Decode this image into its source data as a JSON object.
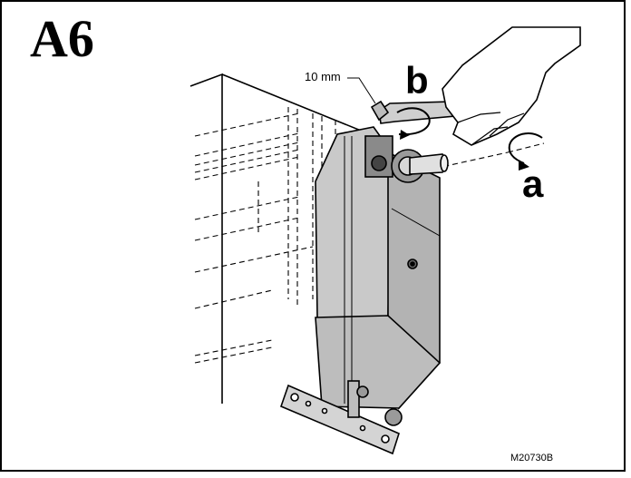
{
  "figure": {
    "step_label": "A6",
    "callout_a": "a",
    "callout_b": "b",
    "dimension_label": "10 mm",
    "figure_id": "M20730B"
  }
}
